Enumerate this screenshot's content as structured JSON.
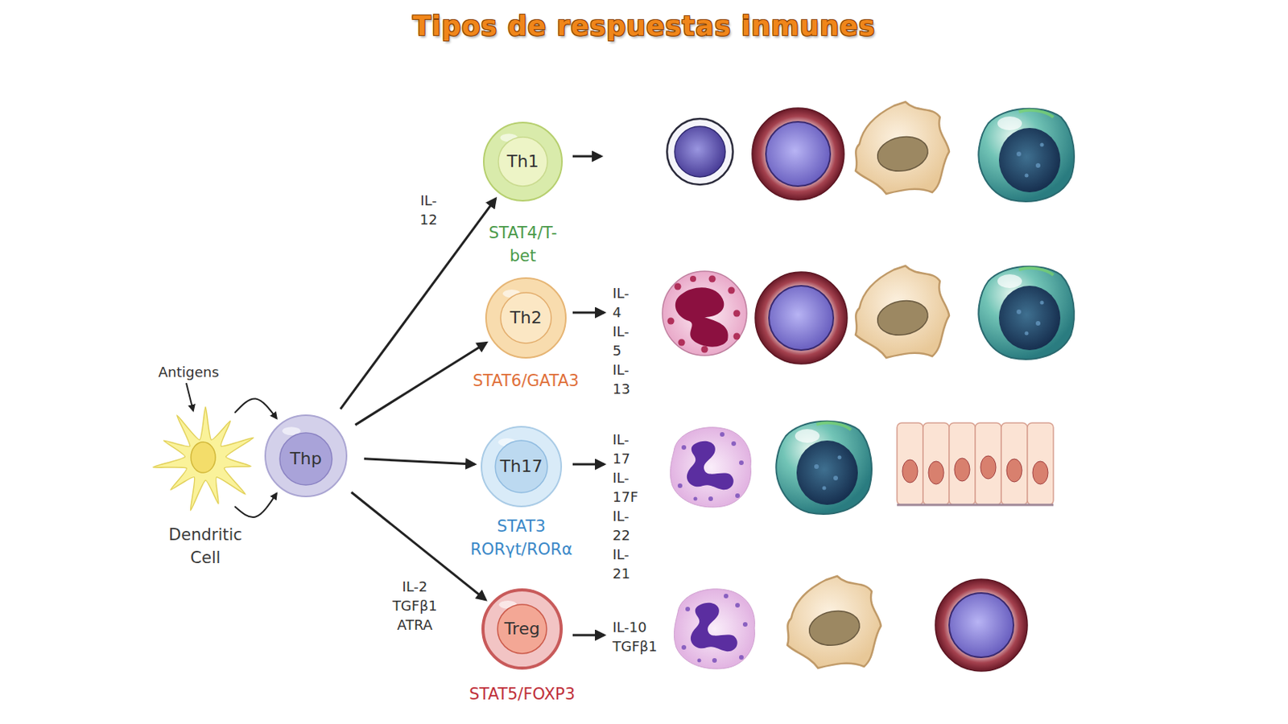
{
  "diagram": {
    "title": "Tipos de respuestas inmunes",
    "nodes": [
      {
        "text": [
          "Dendritic Cell"
        ]
      },
      {
        "text": [
          "Thp"
        ]
      },
      {
        "text": [
          "Th1",
          "STAT4/T-bet"
        ]
      },
      {
        "text": [
          "Th2",
          "STAT6/GATA3"
        ]
      },
      {
        "text": [
          "Th17",
          "STAT3 RORγt/RORα"
        ]
      },
      {
        "text": [
          "Treg",
          "STAT5/FOXP3"
        ]
      }
    ],
    "edges": [
      {
        "from": 0,
        "to": 1,
        "arrow": "to"
      },
      {
        "from": 0,
        "to": 1,
        "arrow": "to"
      },
      {
        "from": 1,
        "to": 2,
        "arrow": "to",
        "label": "IL-12"
      },
      {
        "from": 1,
        "to": 3,
        "arrow": "to"
      },
      {
        "from": 1,
        "to": 4,
        "arrow": "to"
      },
      {
        "from": 1,
        "to": 5,
        "arrow": "to",
        "label": "IL-2 TGFβ1 ATRA"
      }
    ],
    "labels": [
      "Antigens",
      "IL-4 IL-5 IL-13",
      "IL-17 IL-17F IL-22 IL-21",
      "IL-10 TGFβ1"
    ]
  }
}
